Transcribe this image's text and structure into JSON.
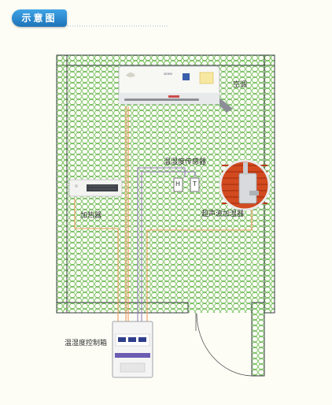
{
  "header": {
    "title": "示意图"
  },
  "devices": {
    "air_conditioner": {
      "label": "空调",
      "brand": "SIDEN"
    },
    "heater": {
      "label": "加热器"
    },
    "sensor": {
      "label": "温湿度传感器",
      "h_mark": "H",
      "t_mark": "T"
    },
    "humidifier": {
      "label": "超声波加湿器"
    },
    "control_box": {
      "label": "温湿度控制箱"
    }
  },
  "colors": {
    "wall": "#3a3f44",
    "wall_fill": "#ffffff",
    "hex": "#7fc26a",
    "wire_orange": "#f19a5e",
    "wire_purple": "#9b7fc0"
  }
}
